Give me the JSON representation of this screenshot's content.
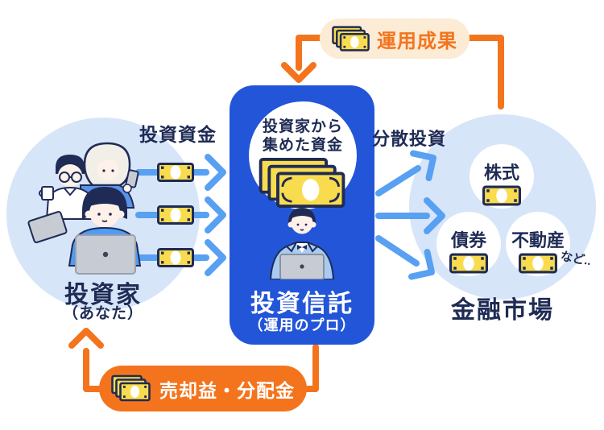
{
  "colors": {
    "trust_box_blue": "#2355D8",
    "light_circle_blue": "#D7E5F8",
    "arrow_blue": "#58A0F2",
    "text_navy": "#1F2B55",
    "accent_orange": "#F4741E",
    "pill_cream": "#FCEBD5",
    "bill_yellow": "#F9DC4E"
  },
  "investors": {
    "title": "投資家",
    "subtitle": "（あなた）"
  },
  "trust": {
    "pool_line1": "投資家から",
    "pool_line2": "集めた資金",
    "title": "投資信託",
    "subtitle": "（運用のプロ）"
  },
  "market": {
    "title": "金融市場",
    "items": [
      {
        "label": "株式"
      },
      {
        "label": "債券"
      },
      {
        "label": "不動産"
      }
    ],
    "etc_note": "など.."
  },
  "flows": {
    "investment_funds": "投資資金",
    "diversified_investment": "分散投資",
    "investment_results": "運用成果",
    "sale_profit_distribution": "売却益・分配金"
  }
}
